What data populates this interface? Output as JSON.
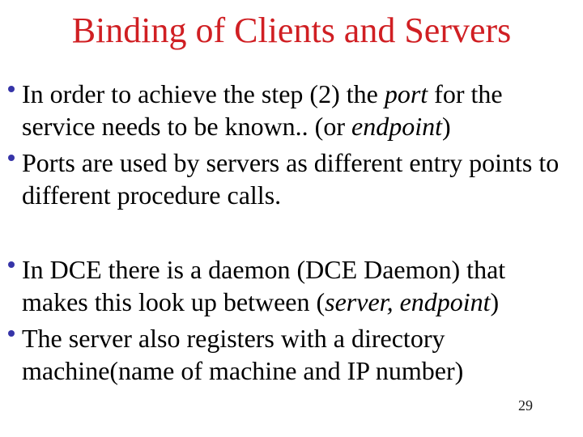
{
  "slide": {
    "title": "Binding of Clients and Servers",
    "page_number": "29"
  },
  "colors": {
    "title_red": "#d01f23",
    "bullet_blue": "#3634a8",
    "text_black": "#000000",
    "background": "#ffffff",
    "page_num_color": "#1a1a1a"
  },
  "bullets": [
    {
      "segments": [
        {
          "text": "In order to achieve the step (2) the ",
          "italic": false
        },
        {
          "text": "port",
          "italic": true
        },
        {
          "text": " for the service needs to be known.. (or ",
          "italic": false
        },
        {
          "text": "endpoint",
          "italic": true
        },
        {
          "text": ")",
          "italic": false
        }
      ]
    },
    {
      "segments": [
        {
          "text": "Ports are used by servers as different entry points to different procedure calls.",
          "italic": false
        }
      ]
    },
    {
      "segments": [
        {
          "text": "In DCE there is a daemon (DCE Daemon) that makes this look up between (",
          "italic": false
        },
        {
          "text": "server, endpoint",
          "italic": true
        },
        {
          "text": ")",
          "italic": false
        }
      ]
    },
    {
      "segments": [
        {
          "text": "The server also registers with a directory machine(name of machine and IP number)",
          "italic": false
        }
      ]
    }
  ]
}
